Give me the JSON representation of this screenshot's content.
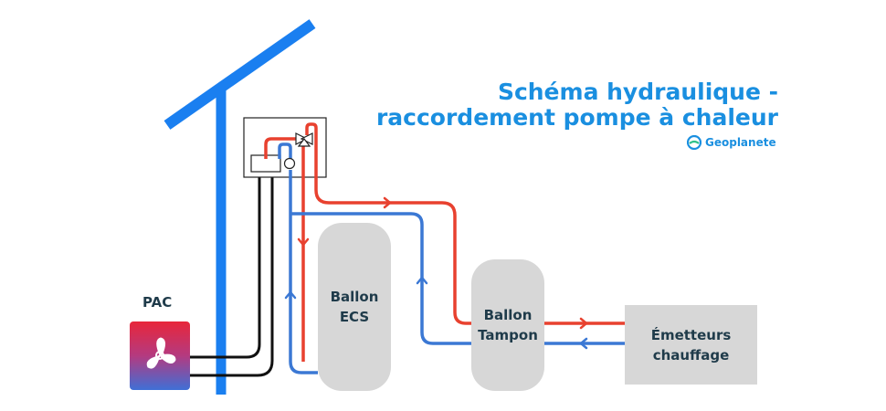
{
  "title": {
    "line1": "Schéma hydraulique -",
    "line2": "raccordement pompe à chaleur"
  },
  "brand": {
    "name": "Geoplanete",
    "icon": "geoplanete-logo-icon",
    "color": "#1a8fe0"
  },
  "pac": {
    "label": "PAC",
    "icon": "fan-icon"
  },
  "ballon_ecs": {
    "line1": "Ballon",
    "line2": "ECS"
  },
  "ballon_tampon": {
    "line1": "Ballon",
    "line2": "Tampon"
  },
  "emetteurs": {
    "line1": "Émetteurs",
    "line2": "chauffage"
  },
  "colors": {
    "hot": "#e8412f",
    "cold": "#3b78d4",
    "structure": "#1a7ff0",
    "title": "#1a8fe0",
    "tank": "#d7d7d7",
    "cable": "#111111"
  },
  "icons": [
    "three-way-valve-icon",
    "circulator-pump-icon",
    "control-box-icon"
  ]
}
